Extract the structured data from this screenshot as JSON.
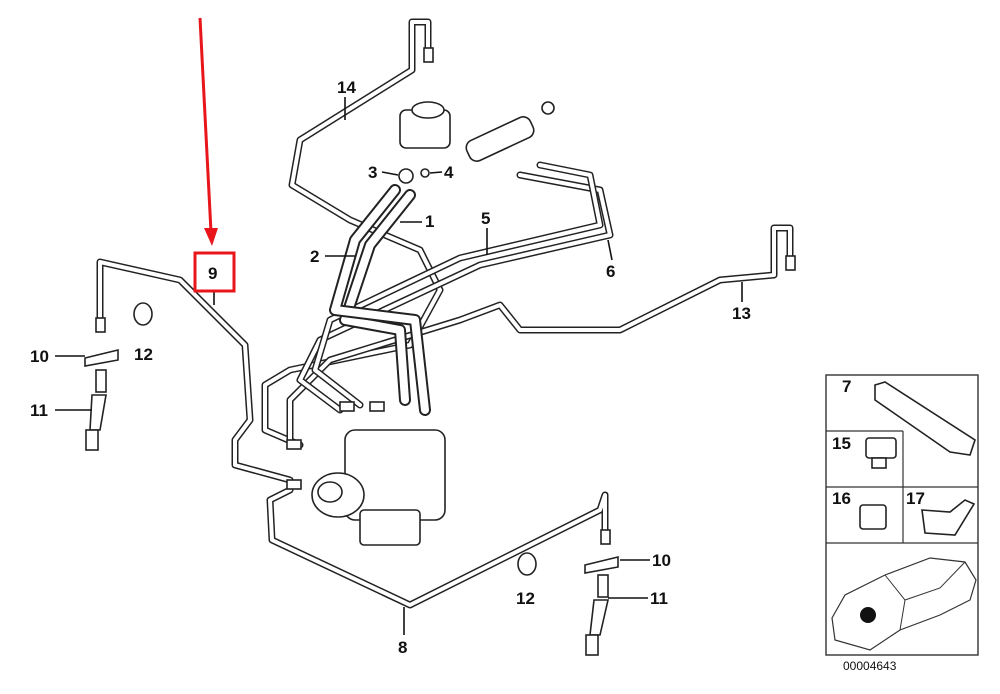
{
  "diagram": {
    "callouts": {
      "c1": "1",
      "c2": "2",
      "c3": "3",
      "c4": "4",
      "c5": "5",
      "c6": "6",
      "c8": "8",
      "c9": "9",
      "c10a": "10",
      "c10b": "10",
      "c11a": "11",
      "c11b": "11",
      "c12a": "12",
      "c12b": "12",
      "c13": "13",
      "c14": "14"
    },
    "inset": {
      "c7": "7",
      "c15": "15",
      "c16": "16",
      "c17": "17"
    },
    "diagram_code": "00004643",
    "highlight": {
      "label": "9",
      "color": "#e8161b"
    }
  }
}
